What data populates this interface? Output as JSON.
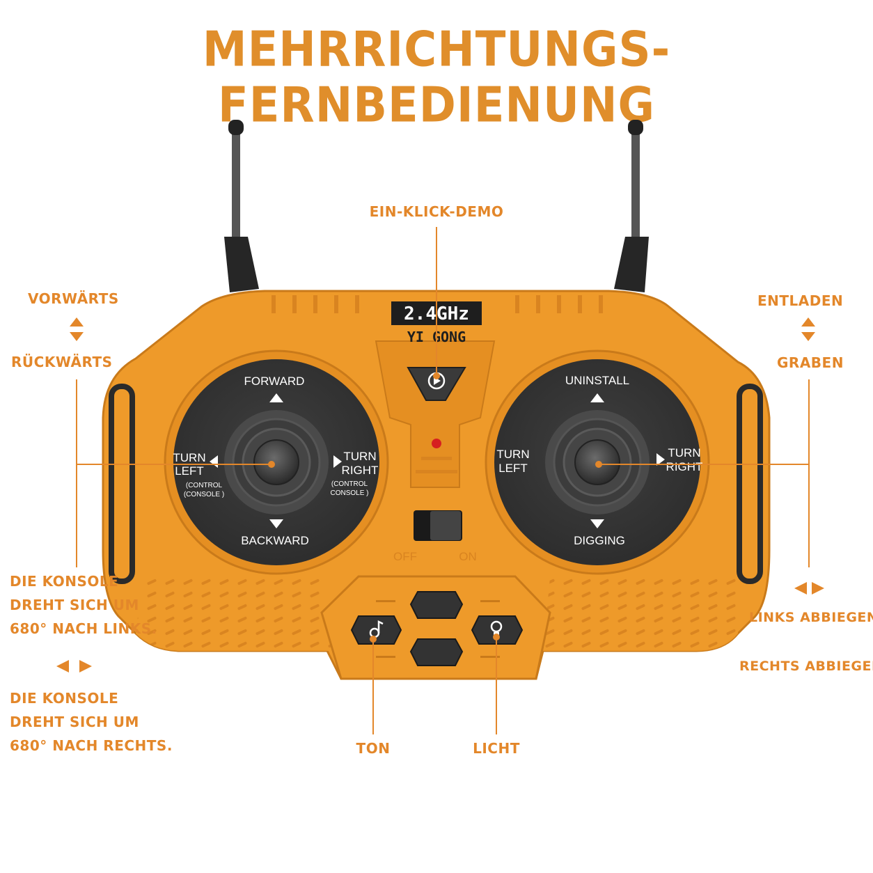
{
  "title": "MEHRRICHTUNGS-FERNBEDIENUNG",
  "callouts": {
    "demo": "EIN-KLICK-DEMO",
    "forward_de": "VORWÄRTS",
    "backward_de": "RÜCKWÄRTS",
    "unload_de": "ENTLADEN",
    "dig_de": "GRABEN",
    "left_turn_line1": "DIE KONSOLE",
    "left_turn_line2": "DREHT SICH UM",
    "left_turn_line3": "680° NACH LINKS.",
    "right_turn_line1": "DIE KONSOLE",
    "right_turn_line2": "DREHT SICH UM",
    "right_turn_line3": "680° NACH RECHTS.",
    "turn_left_de": "LINKS ABBIEGEN",
    "turn_right_de": "RECHTS ABBIEGEN",
    "sound": "TON",
    "light": "LICHT"
  },
  "remote": {
    "freq": "2.4GHz",
    "brand": "YI GONG",
    "left_stick": {
      "up": "FORWARD",
      "down": "BACKWARD",
      "left_line1": "TURN",
      "left_line2": "LEFT",
      "left_sub1": "(CONTROL",
      "left_sub2": "(CONSOLE )",
      "right_line1": "TURN",
      "right_line2": "RIGHT",
      "right_sub1": "(CONTROL",
      "right_sub2": "CONSOLE )"
    },
    "right_stick": {
      "up": "UNINSTALL",
      "down": "DIGGING",
      "left_line1": "TURN",
      "left_line2": "LEFT",
      "right_line1": "TURN",
      "right_line2": "RIGHT"
    },
    "switch_off": "OFF",
    "switch_on": "ON"
  },
  "colors": {
    "accent": "#E3872A",
    "body": "#EE9A2A",
    "body_dark": "#C97A1A",
    "dark": "#3A3A3A"
  }
}
